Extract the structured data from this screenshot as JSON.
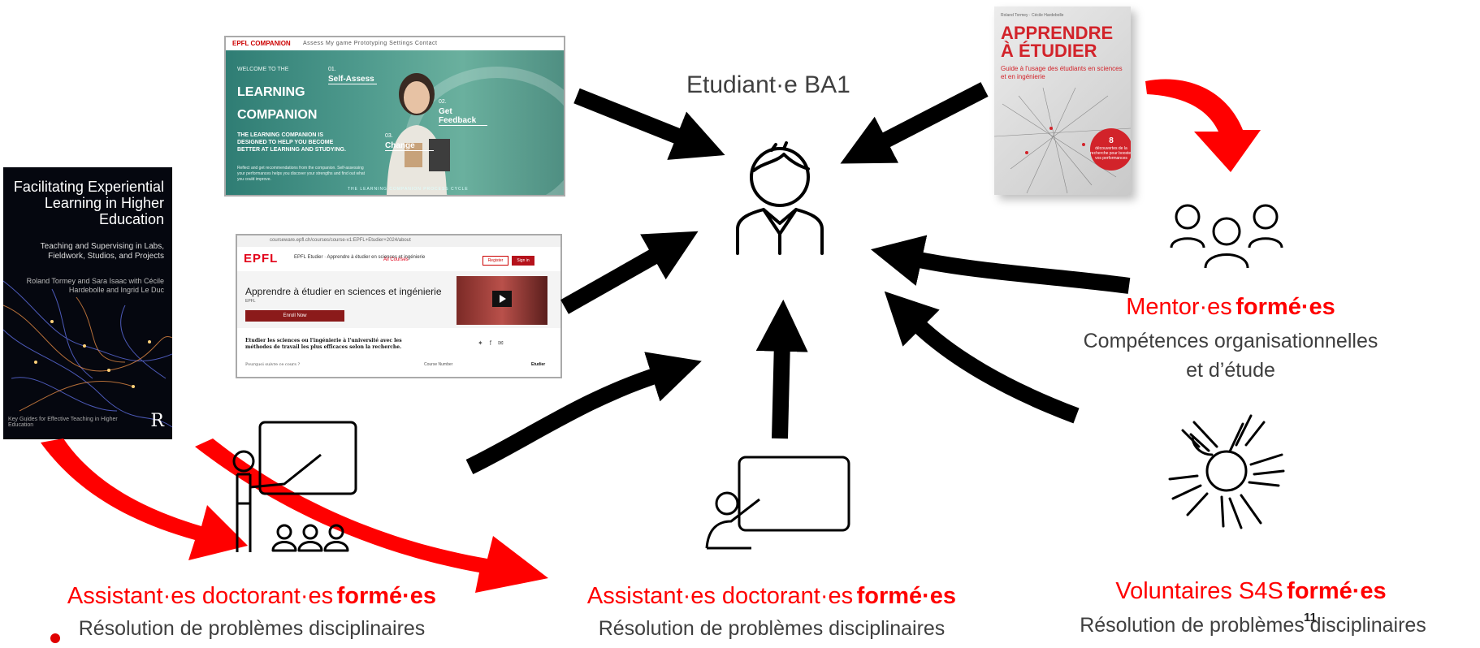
{
  "center_label": "Etudiant·e BA1",
  "book_left": {
    "title": "Facilitating Experiential Learning in Higher Education",
    "subtitle": "Teaching and Supervising in Labs, Fieldwork, Studios, and Projects",
    "authors": "Roland Tormey and Sara Isaac with Cécile Hardebolle and Ingrid Le Duc",
    "series": "Key Guides for Effective Teaching in Higher Education",
    "publisher_mark": "R"
  },
  "screenshot_companion": {
    "logo": "EPFL COMPANION",
    "nav": "Assess   My game   Prototyping   Settings   Contact",
    "welcome": "WELCOME TO THE",
    "title_line1": "LEARNING",
    "title_line2": "COMPANION",
    "tagline": "THE LEARNING COMPANION IS DESIGNED TO HELP YOU BECOME BETTER AT LEARNING AND STUDYING.",
    "description": "Reflect and get recommendations from the companion. Self-assessing your performances helps you discover your strengths and find out what you could improve.",
    "step1_num": "01.",
    "step1": "Self-Assess",
    "step2_num": "02.",
    "step2": "Get Feedback",
    "step3_num": "03.",
    "step3": "Change",
    "footer": "THE LEARNING COMPANION PROCESS CYCLE"
  },
  "screenshot_course": {
    "url": "courseware.epfl.ch/courses/course-v1:EPFL+Etudier+2024/about",
    "logo": "EPFL",
    "header": "EPFL Etudier · Apprendre à étudier en sciences et ingénierie",
    "all_courses": "All Courses",
    "register": "Register",
    "sign_in": "Sign in",
    "course_title": "Apprendre à étudier en sciences et ingénierie",
    "org": "EPFL",
    "enroll": "Enroll Now",
    "description": "Etudier les sciences ou l'ingénierie à l'université avec les méthodes de travail les plus efficaces selon la recherche.",
    "question": "Pourquoi suivre ce cours ?",
    "course_number_label": "Course Number",
    "course_number": "Etudier"
  },
  "book_right": {
    "authors": "Roland Tormey · Cécile Hardebolle",
    "title_line1": "APPRENDRE",
    "title_line2": "À ÉTUDIER",
    "subtitle": "Guide à l'usage des étudiants en sciences et en ingénierie",
    "badge_number": "8",
    "badge_text": "découvertes de la recherche pour booster vos performances"
  },
  "groups": {
    "mentors": {
      "name": "Mentor·es",
      "qualifier": "formé·es",
      "desc_line1": "Compétences organisationnelles",
      "desc_line2": "et d’étude"
    },
    "assistants_left": {
      "name": "Assistant·es doctorant·es",
      "qualifier": "formé·es",
      "desc": "Résolution de problèmes disciplinaires"
    },
    "assistants_center": {
      "name": "Assistant·es doctorant·es",
      "qualifier": "formé·es",
      "desc": "Résolution de problèmes disciplinaires"
    },
    "volunteers": {
      "name": "Voluntaires S4S",
      "qualifier": "formé·es",
      "desc": "Résolution de problèmes disciplinaires"
    }
  },
  "slide_number": "11",
  "colors": {
    "accent_red": "#ff0000",
    "arrow_black": "#000000",
    "text_gray": "#3f3f3f"
  }
}
